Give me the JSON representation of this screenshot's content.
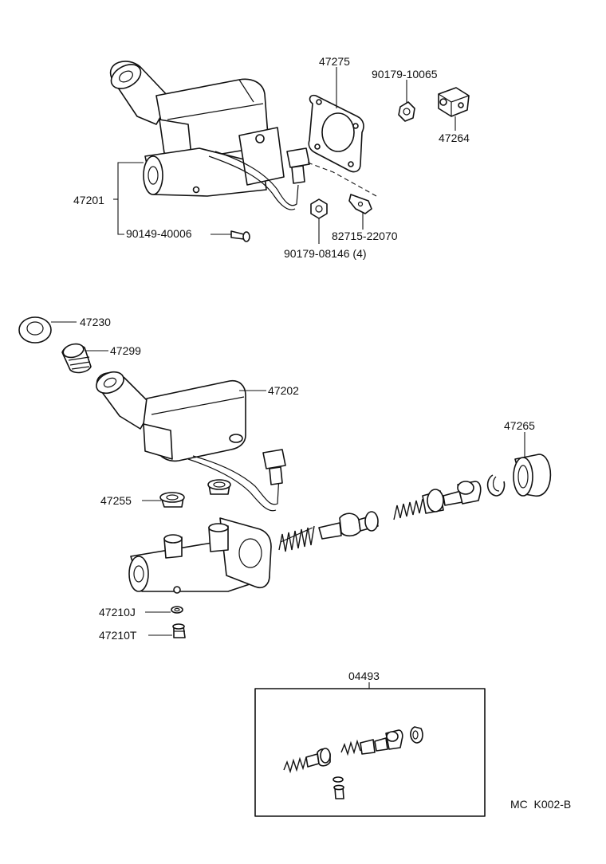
{
  "labels": {
    "p47275": "47275",
    "p90179_10065": "90179-10065",
    "p47264": "47264",
    "p47201": "47201",
    "p90149_40006": "90149-40006",
    "p82715_22070": "82715-22070",
    "p90179_08146": "90179-08146 (4)",
    "p47230": "47230",
    "p47299": "47299",
    "p47202": "47202",
    "p47265": "47265",
    "p47255": "47255",
    "p47210J": "47210J",
    "p47210T": "47210T",
    "p04493": "04493"
  },
  "footer": {
    "code": "MC  K002-B"
  }
}
